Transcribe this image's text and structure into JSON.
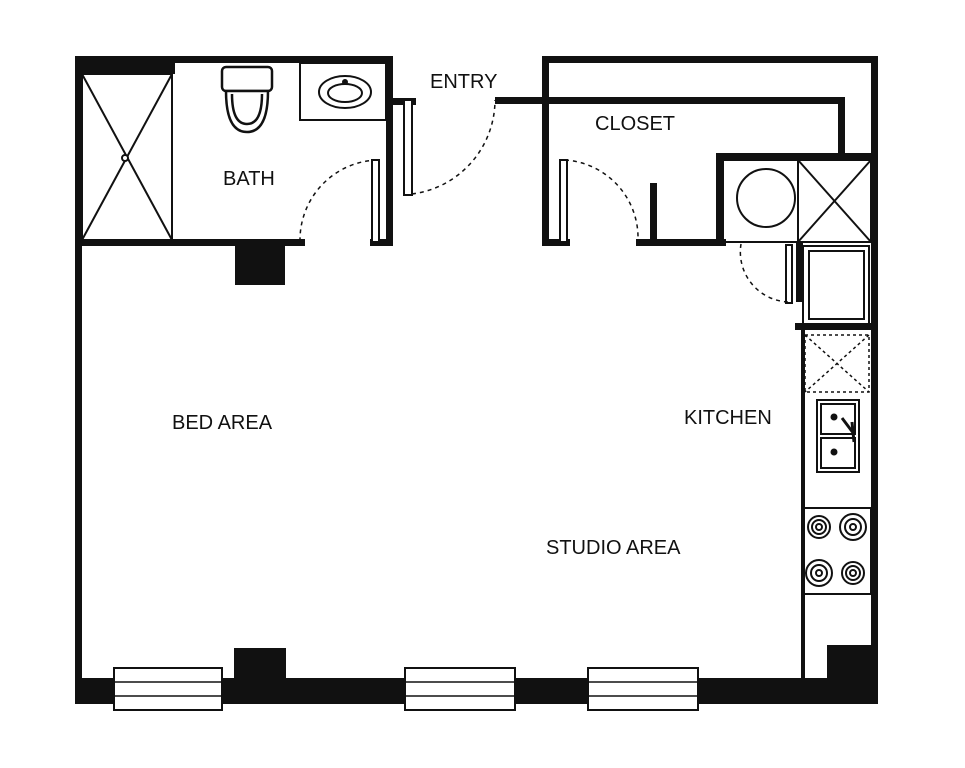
{
  "rooms": {
    "entry": "ENTRY",
    "closet": "CLOSET",
    "bath": "BATH",
    "kitchen": "KITCHEN",
    "bed_area": "BED AREA",
    "studio_area": "STUDIO AREA"
  },
  "colors": {
    "wall": "#111111",
    "background": "#ffffff",
    "fixture_stroke": "#111111"
  },
  "icons": [
    "toilet-icon",
    "sink-icon",
    "shower-icon",
    "washer-icon",
    "dryer-icon",
    "refrigerator-icon",
    "dishwasher-icon",
    "kitchen-sink-icon",
    "stove-icon",
    "window-icon",
    "door-swing-icon"
  ]
}
